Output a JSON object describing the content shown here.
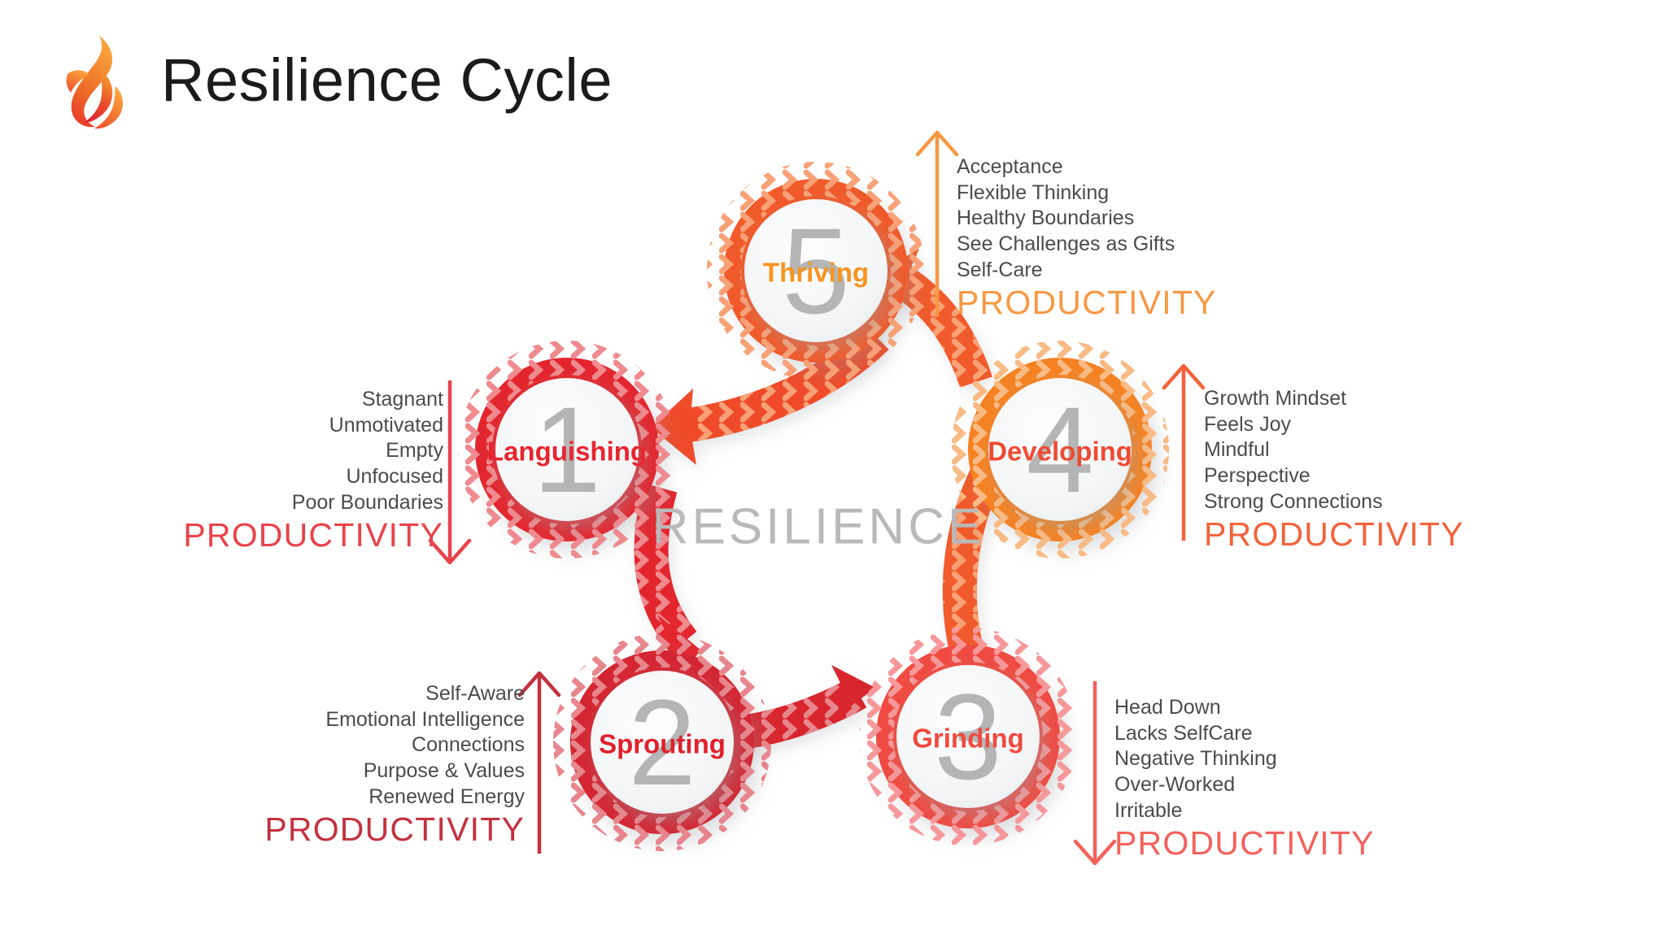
{
  "header": {
    "title": "Resilience Cycle",
    "logo_icon": "flame-icon"
  },
  "center": {
    "label": "RESILIENCE",
    "color": "#b9b9b9"
  },
  "productivity_word": "PRODUCTIVITY",
  "nodes": [
    {
      "id": "languishing",
      "number": "1",
      "label": "Languishing",
      "ring_color": "#e3262f",
      "ring_chevron_color": "#ef8a8f",
      "label_color": "#e8252f",
      "productivity_color": "#e8434a",
      "arrow_direction": "down",
      "arrow_icon": "arrow-down-icon",
      "side": "left",
      "attributes": [
        "Stagnant",
        "Unmotivated",
        "Empty",
        "Unfocused",
        "Poor Boundaries"
      ]
    },
    {
      "id": "sprouting",
      "number": "2",
      "label": "Sprouting",
      "ring_color": "#d42530",
      "ring_chevron_color": "#e8868d",
      "label_color": "#e0202c",
      "productivity_color": "#c3313f",
      "arrow_direction": "up",
      "arrow_icon": "arrow-up-icon",
      "side": "left",
      "attributes": [
        "Self-Aware",
        "Emotional Intelligence",
        "Connections",
        "Purpose & Values",
        "Renewed Energy"
      ]
    },
    {
      "id": "grinding",
      "number": "3",
      "label": "Grinding",
      "ring_color": "#ef4b42",
      "ring_chevron_color": "#f6989a",
      "label_color": "#f04a3f",
      "productivity_color": "#f4615c",
      "arrow_direction": "down",
      "arrow_icon": "arrow-down-icon",
      "side": "right",
      "attributes": [
        "Head Down",
        "Lacks SelfCare",
        "Negative Thinking",
        "Over-Worked",
        "Irritable"
      ]
    },
    {
      "id": "developing",
      "number": "4",
      "label": "Developing",
      "ring_color": "#f58220",
      "ring_chevron_color": "#f9bb85",
      "label_color": "#ee4b33",
      "productivity_color": "#f4623a",
      "arrow_direction": "up",
      "arrow_icon": "arrow-up-icon",
      "side": "right",
      "attributes": [
        "Growth Mindset",
        "Feels Joy",
        "Mindful",
        "Perspective",
        "Strong Connections"
      ]
    },
    {
      "id": "thriving",
      "number": "5",
      "label": "Thriving",
      "ring_color": "#f15a29",
      "ring_chevron_color": "#f8a177",
      "label_color": "#f7941e",
      "productivity_color": "#f79843",
      "arrow_direction": "up",
      "arrow_icon": "arrow-up-icon",
      "side": "right",
      "attributes": [
        "Acceptance",
        "Flexible Thinking",
        "Healthy Boundaries",
        "See Challenges as Gifts",
        "Self-Care"
      ]
    }
  ],
  "connectors": [
    {
      "from": "1",
      "to": "2",
      "color": "#e3262f",
      "icon": "curved-arrow-icon"
    },
    {
      "from": "2",
      "to": "3",
      "color": "#d9262e",
      "icon": "curved-arrow-icon"
    },
    {
      "from": "3",
      "to": "4",
      "color": "#f15a29",
      "icon": "curved-arrow-icon"
    },
    {
      "from": "4",
      "to": "5",
      "color": "#f15a29",
      "icon": "curved-arrow-icon"
    },
    {
      "from": "5",
      "to": "1",
      "color": "#ef4c2b",
      "icon": "curved-arrow-icon"
    }
  ]
}
